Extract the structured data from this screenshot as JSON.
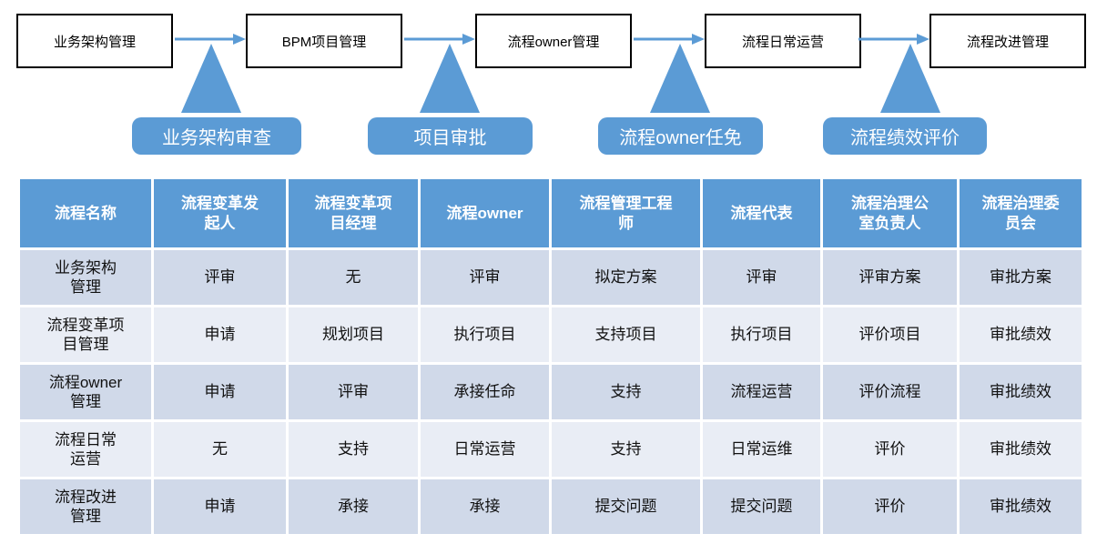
{
  "colors": {
    "accent_blue": "#5b9bd5",
    "row_band_dark": "#d0d9e9",
    "row_band_light": "#e9edf5",
    "flow_box_border": "#000000",
    "header_text": "#ffffff"
  },
  "flow": {
    "steps": [
      "业务架构管理",
      "BPM项目管理",
      "流程owner管理",
      "流程日常运营",
      "流程改进管理"
    ],
    "callouts": [
      "业务架构审查",
      "项目审批",
      "流程owner任免",
      "流程绩效评价"
    ]
  },
  "table": {
    "headers": [
      "流程名称",
      "流程变革发\n起人",
      "流程变革项\n目经理",
      "流程owner",
      "流程管理工程\n师",
      "流程代表",
      "流程治理公\n室负责人",
      "流程治理委\n员会"
    ],
    "rows": [
      [
        "业务架构\n管理",
        "评审",
        "无",
        "评审",
        "拟定方案",
        "评审",
        "评审方案",
        "审批方案"
      ],
      [
        "流程变革项\n目管理",
        "申请",
        "规划项目",
        "执行项目",
        "支持项目",
        "执行项目",
        "评价项目",
        "审批绩效"
      ],
      [
        "流程owner\n管理",
        "申请",
        "评审",
        "承接任命",
        "支持",
        "流程运营",
        "评价流程",
        "审批绩效"
      ],
      [
        "流程日常\n运营",
        "无",
        "支持",
        "日常运营",
        "支持",
        "日常运维",
        "评价",
        "审批绩效"
      ],
      [
        "流程改进\n管理",
        "申请",
        "承接",
        "承接",
        "提交问题",
        "提交问题",
        "评价",
        "审批绩效"
      ]
    ]
  }
}
